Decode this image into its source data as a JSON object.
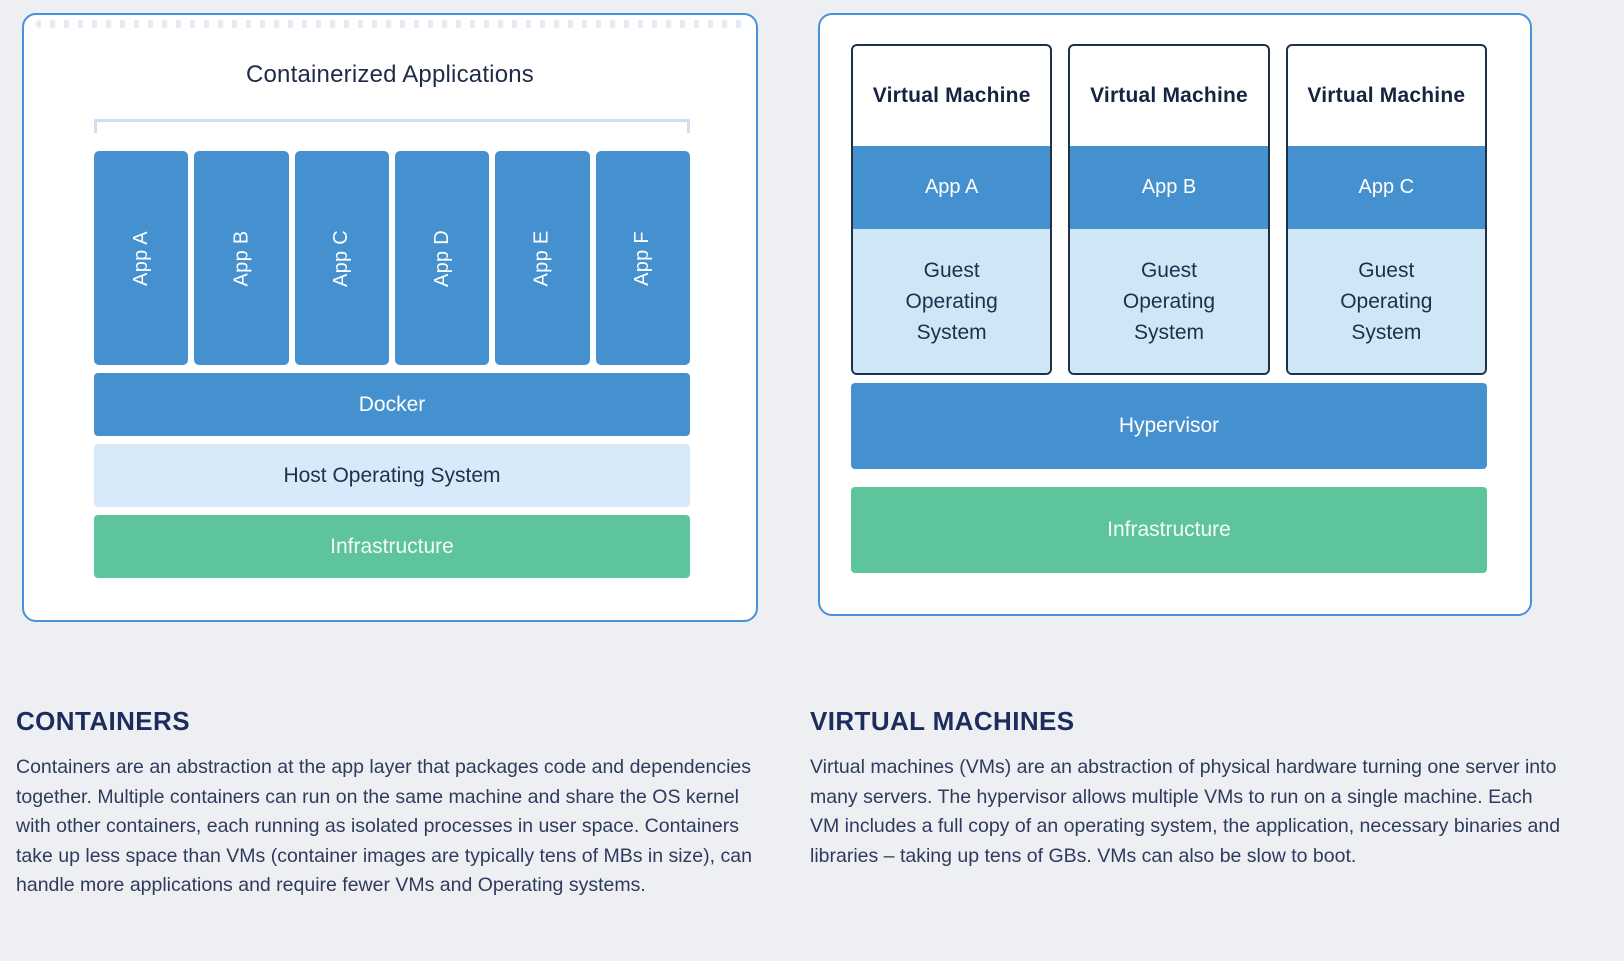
{
  "colors": {
    "background": "#edeff2",
    "panel_border": "#4a91d9",
    "block_blue": "#4591cf",
    "block_light_blue": "#d8eafa",
    "guest_os_light_blue": "#cfe6f7",
    "block_green": "#5ec49c",
    "vm_border": "#1f3048",
    "heading_navy": "#1d2c5c",
    "body_text": "#2f3b5e"
  },
  "containers": {
    "title": "Containerized Applications",
    "apps": [
      "App A",
      "App B",
      "App C",
      "App D",
      "App E",
      "App F"
    ],
    "layers": {
      "docker": "Docker",
      "host_os": "Host Operating System",
      "infrastructure": "Infrastructure"
    },
    "section_title": "CONTAINERS",
    "description": "Containers are an abstraction at the app layer that packages code and dependencies together. Multiple containers can run on the same machine and share the OS kernel with other containers, each running as isolated processes in user space. Containers take up less space than VMs (container images are typically tens of MBs in size), can handle more applications and require fewer VMs and Operating systems."
  },
  "virtual_machines": {
    "vms": [
      {
        "title": "Virtual Machine",
        "app": "App A",
        "os": "Guest Operating System"
      },
      {
        "title": "Virtual Machine",
        "app": "App B",
        "os": "Guest Operating System"
      },
      {
        "title": "Virtual Machine",
        "app": "App C",
        "os": "Guest Operating System"
      }
    ],
    "layers": {
      "hypervisor": "Hypervisor",
      "infrastructure": "Infrastructure"
    },
    "section_title": "VIRTUAL MACHINES",
    "description": "Virtual machines (VMs) are an abstraction of physical hardware turning one server into many servers. The hypervisor allows multiple VMs to run on a single machine. Each VM includes a full copy of an operating system, the application, necessary binaries and libraries – taking up tens of GBs. VMs can also be slow to boot."
  }
}
